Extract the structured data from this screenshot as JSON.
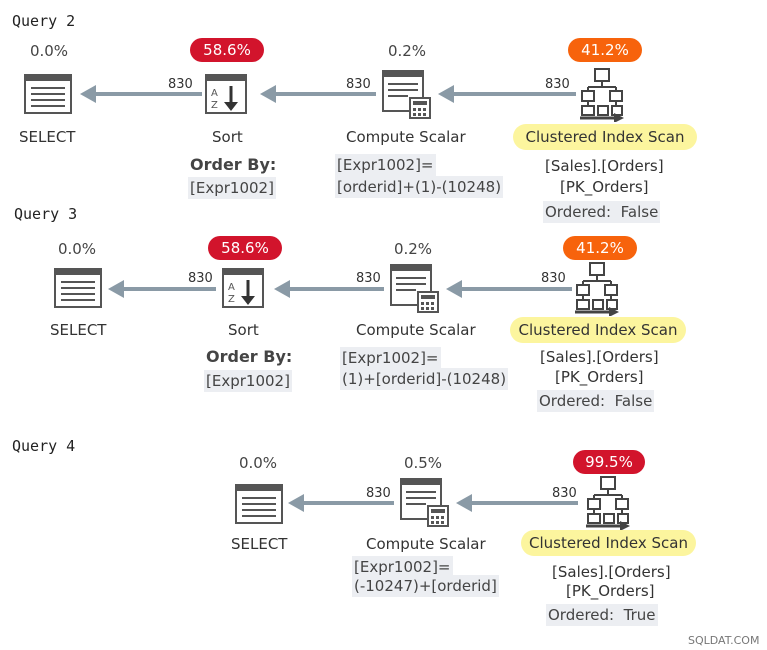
{
  "queries": [
    {
      "label": "Query 2",
      "select": {
        "label": "SELECT",
        "cost": "0.0%"
      },
      "sort": {
        "label": "Sort",
        "cost": "58.6%",
        "order_by_label": "Order By:",
        "order_by_value": "[Expr1002]"
      },
      "compute": {
        "label": "Compute Scalar",
        "cost": "0.2%",
        "expr_line1": "[Expr1002]=",
        "expr_line2": "[orderid]+(1)-(10248)"
      },
      "scan": {
        "label": "Clustered Index Scan",
        "cost": "41.2%",
        "object_line1": "[Sales].[Orders]",
        "object_line2": "[PK_Orders]",
        "ordered_label": "Ordered:",
        "ordered_value": "False"
      },
      "rows": [
        "830",
        "830",
        "830"
      ]
    },
    {
      "label": "Query 3",
      "select": {
        "label": "SELECT",
        "cost": "0.0%"
      },
      "sort": {
        "label": "Sort",
        "cost": "58.6%",
        "order_by_label": "Order By:",
        "order_by_value": "[Expr1002]"
      },
      "compute": {
        "label": "Compute Scalar",
        "cost": "0.2%",
        "expr_line1": "[Expr1002]=",
        "expr_line2": "(1)+[orderid]-(10248)"
      },
      "scan": {
        "label": "Clustered Index Scan",
        "cost": "41.2%",
        "object_line1": "[Sales].[Orders]",
        "object_line2": "[PK_Orders]",
        "ordered_label": "Ordered:",
        "ordered_value": "False"
      },
      "rows": [
        "830",
        "830",
        "830"
      ]
    },
    {
      "label": "Query 4",
      "select": {
        "label": "SELECT",
        "cost": "0.0%"
      },
      "compute": {
        "label": "Compute Scalar",
        "cost": "0.5%",
        "expr_line1": "[Expr1002]=",
        "expr_line2": "(-10247)+[orderid]"
      },
      "scan": {
        "label": "Clustered Index Scan",
        "cost": "99.5%",
        "object_line1": "[Sales].[Orders]",
        "object_line2": "[PK_Orders]",
        "ordered_label": "Ordered:",
        "ordered_value": "True"
      },
      "rows": [
        "830",
        "830"
      ]
    }
  ],
  "watermark": "SQLDAT.COM",
  "colors": {
    "high_cost": "#d2142c",
    "mid_cost": "#f7630c",
    "scan_highlight": "#fcf59e",
    "arrow": "#8a9aa6",
    "icon": "#555555"
  }
}
